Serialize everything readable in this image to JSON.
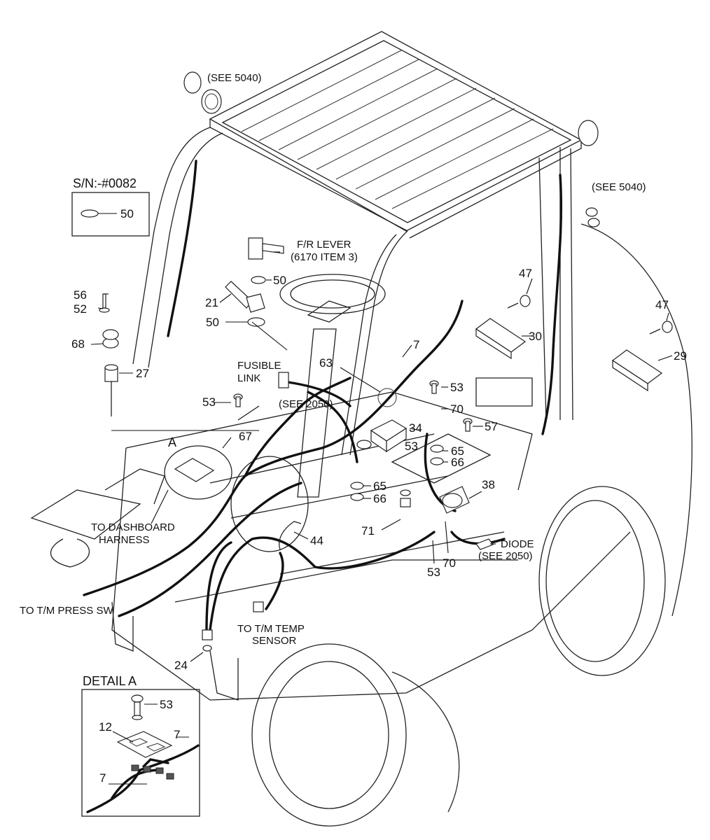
{
  "labels": {
    "see_5040_top": "(SEE 5040)",
    "see_5040_right": "(SEE 5040)",
    "sn_title": "S/N:-#0082",
    "fr_lever_1": "F/R LEVER",
    "fr_lever_2": "(6170 ITEM 3)",
    "fusible_1": "FUSIBLE",
    "fusible_2": "LINK",
    "see_2050_a": "(SEE 2050)",
    "detail_marker": "A",
    "dash_1": "TO DASHBOARD",
    "dash_2": "HARNESS",
    "press_sw": "TO T/M PRESS SW",
    "temp_1": "TO T/M TEMP",
    "temp_2": "SENSOR",
    "diode_1": "DIODE",
    "diode_2": "(SEE 2050)",
    "detail_title": "DETAIL A"
  },
  "callouts": {
    "c50_box": "50",
    "c50_a": "50",
    "c50_b": "50",
    "c21": "21",
    "c56": "56",
    "c52": "52",
    "c68": "68",
    "c27": "27",
    "c53_a": "53",
    "c53_b": "53",
    "c53_c": "53",
    "c53_d": "53",
    "c53_detail": "53",
    "c67": "67",
    "c63": "63",
    "c7_main": "7",
    "c7_detail_a": "7",
    "c7_detail_b": "7",
    "c34": "34",
    "c47_a": "47",
    "c47_b": "47",
    "c30": "30",
    "c29": "29",
    "c57": "57",
    "c65_a": "65",
    "c65_b": "65",
    "c66_a": "66",
    "c66_b": "66",
    "c70_a": "70",
    "c70_b": "70",
    "c38": "38",
    "c71": "71",
    "c44": "44",
    "c24": "24",
    "c12": "12"
  }
}
